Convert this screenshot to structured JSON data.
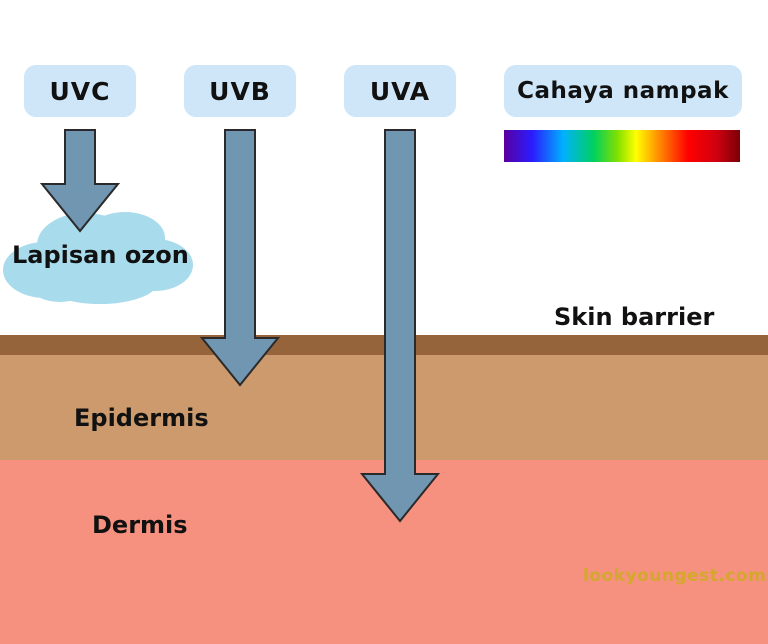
{
  "sources": {
    "uvc": "UVC",
    "uvb": "UVB",
    "uva": "UVA",
    "visible_light": "Cahaya nampak"
  },
  "labels": {
    "ozone_layer": "Lapisan ozon",
    "skin_barrier": "Skin barrier",
    "epidermis": "Epidermis",
    "dermis": "Dermis"
  },
  "watermark": "lookyoungest.com",
  "colors": {
    "pill_bg": "#cfe6f8",
    "arrow_fill": "#7096b1",
    "cloud_fill": "#a8dcec",
    "skin_barrier": "#96643a",
    "epidermis": "#cc9a6c",
    "dermis": "#f7917f",
    "watermark": "#d3a82c"
  }
}
